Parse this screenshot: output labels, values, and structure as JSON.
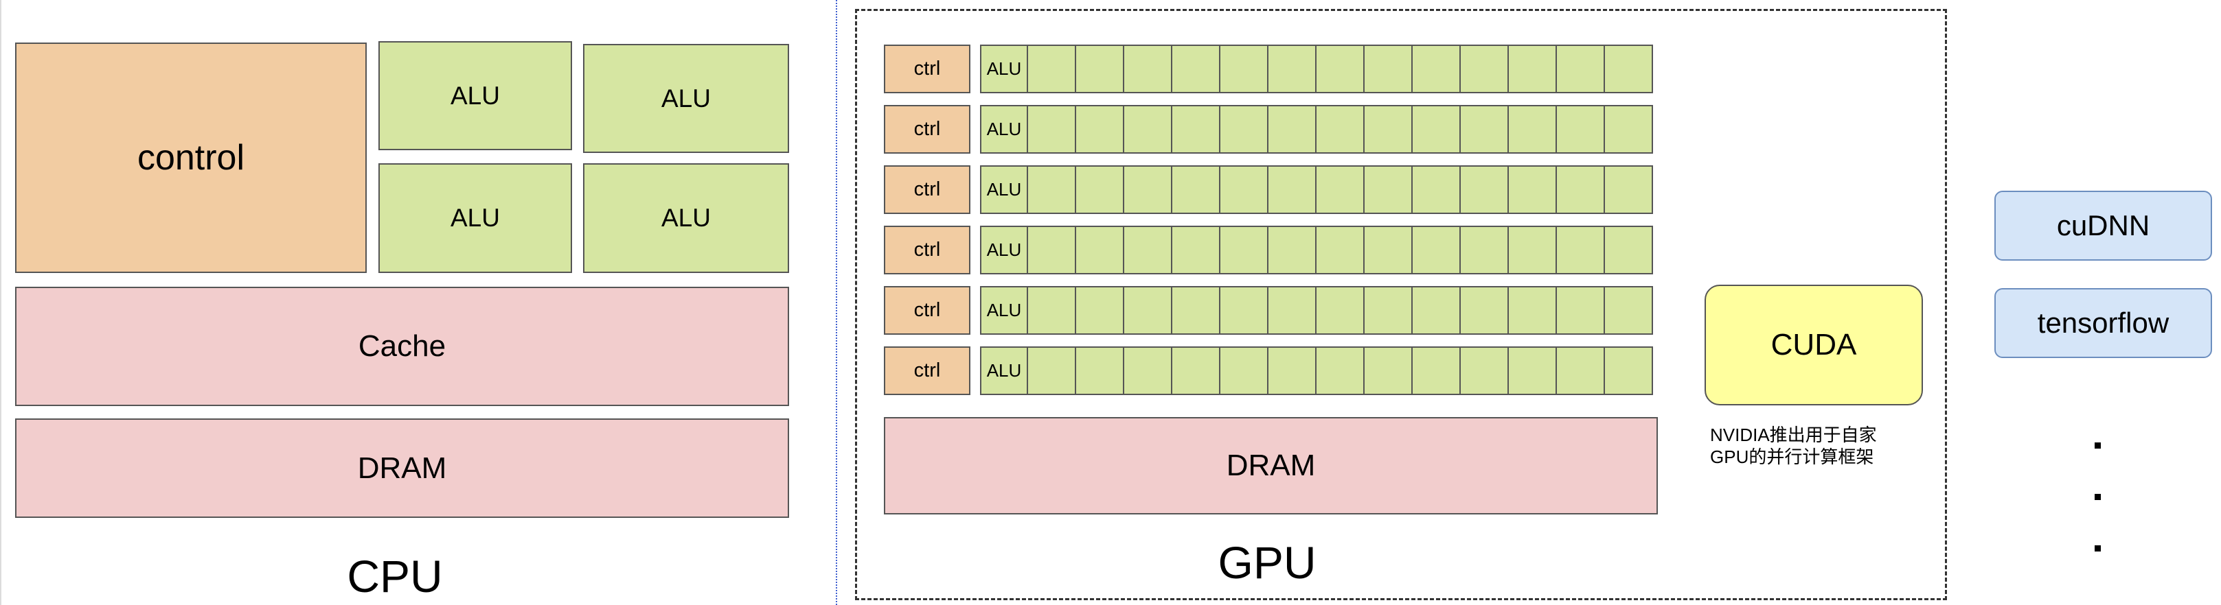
{
  "cpu": {
    "control_label": "control",
    "alu_labels": [
      "ALU",
      "ALU",
      "ALU",
      "ALU"
    ],
    "cache_label": "Cache",
    "dram_label": "DRAM",
    "title": "CPU"
  },
  "gpu": {
    "rows": [
      {
        "ctrl": "ctrl",
        "alu": "ALU"
      },
      {
        "ctrl": "ctrl",
        "alu": "ALU"
      },
      {
        "ctrl": "ctrl",
        "alu": "ALU"
      },
      {
        "ctrl": "ctrl",
        "alu": "ALU"
      },
      {
        "ctrl": "ctrl",
        "alu": "ALU"
      },
      {
        "ctrl": "ctrl",
        "alu": "ALU"
      }
    ],
    "extra_alu_cells_per_row": 13,
    "dram_label": "DRAM",
    "title": "GPU"
  },
  "cuda": {
    "label": "CUDA",
    "caption": [
      "NVIDIA推出用于自家",
      "GPU的并行计算框架"
    ]
  },
  "libraries": {
    "items": [
      "cuDNN",
      "tensorflow"
    ],
    "ellipsis_dots": 3
  },
  "colors": {
    "control": "#f2cca2",
    "alu": "#d6e6a2",
    "memory": "#f2cdcd",
    "cuda": "#ffff9e",
    "library": "#d5e5f8"
  }
}
